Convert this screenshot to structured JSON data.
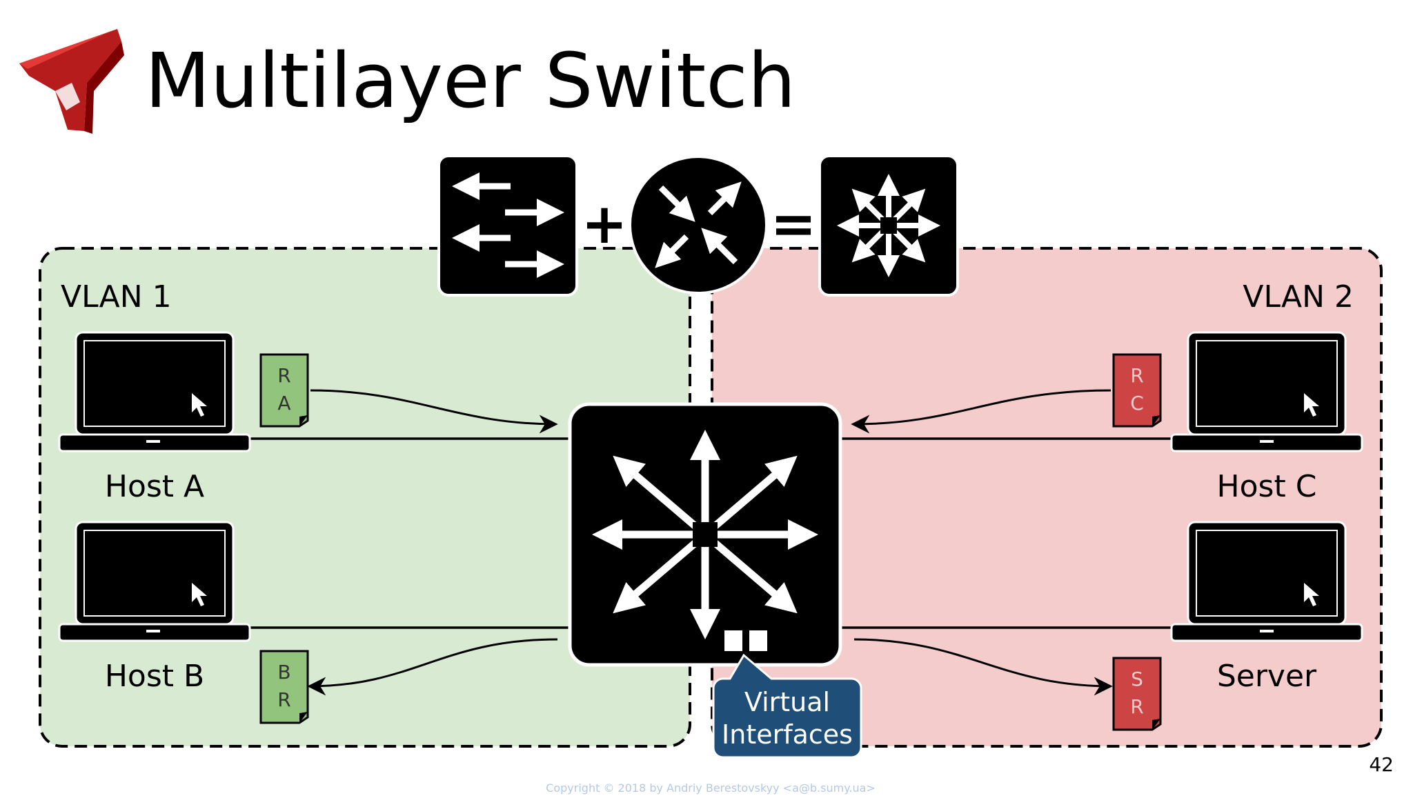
{
  "title": "Multilayer Switch",
  "slide_number": "42",
  "copyright": "Copyright © 2018 by Andriy Berestovskyy <a@b.sumy.ua>",
  "equation": {
    "plus": "+",
    "equals": "="
  },
  "vlans": [
    {
      "label": "VLAN 1",
      "color": "#d9ead3"
    },
    {
      "label": "VLAN 2",
      "color": "#f4cccc"
    }
  ],
  "hosts": {
    "a": "Host A",
    "b": "Host B",
    "c": "Host C",
    "server": "Server"
  },
  "packets": {
    "ra": {
      "top": "R",
      "bottom": "A",
      "color": "#93c47d"
    },
    "br": {
      "top": "B",
      "bottom": "R",
      "color": "#93c47d"
    },
    "rc": {
      "top": "R",
      "bottom": "C",
      "color": "#cc4444"
    },
    "sr": {
      "top": "S",
      "bottom": "R",
      "color": "#cc4444"
    }
  },
  "callout": {
    "line1": "Virtual",
    "line2": "Interfaces",
    "color": "#1f4e79"
  }
}
